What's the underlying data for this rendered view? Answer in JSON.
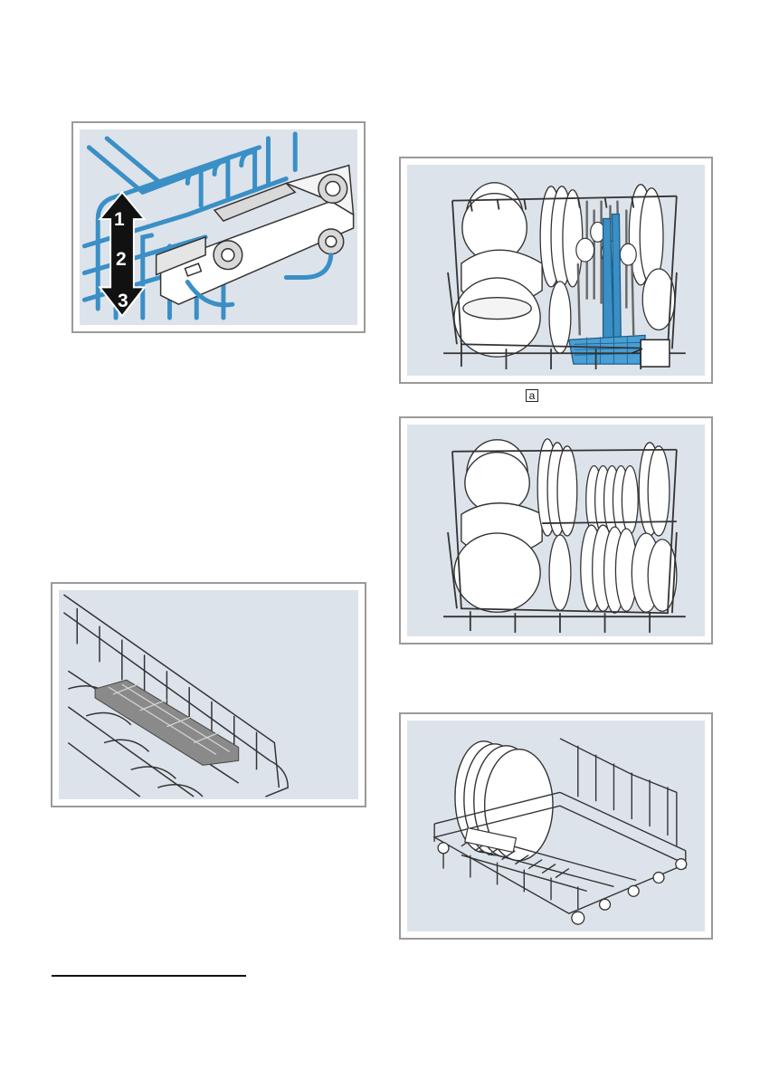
{
  "figures": {
    "rack_height": {
      "numbers": [
        "1",
        "2",
        "3"
      ],
      "icon": "double-arrow-icon"
    },
    "cutlery_basket": {
      "callout_label": "a"
    },
    "plate_rack": {},
    "fold_down_insert": {},
    "lower_basket": {}
  },
  "colors": {
    "figure_background": "#dde3ea",
    "rack_blue": "#3a8fc6",
    "border": "#9a9a9a"
  }
}
